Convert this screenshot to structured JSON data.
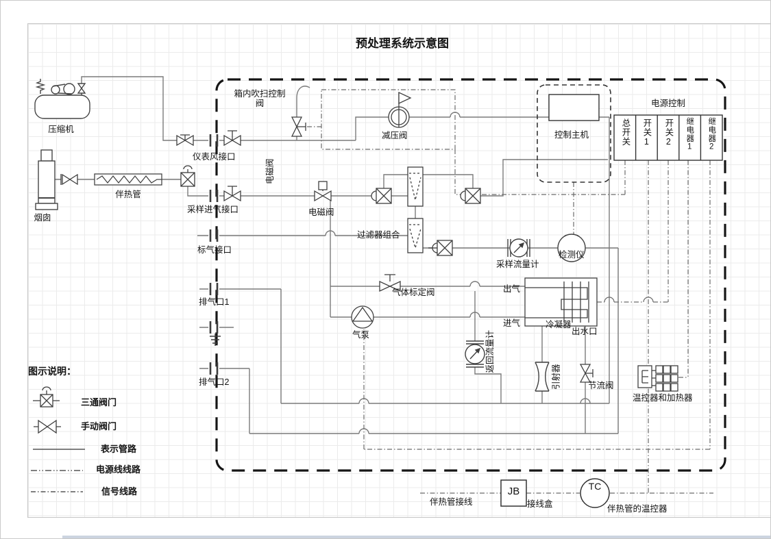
{
  "title": "预处理系统示意图",
  "outside": {
    "compressor": "压缩机",
    "chimney": "烟囱",
    "heat_trace_pipe": "伴热管"
  },
  "ports": {
    "instrument_air": "仪表风接口",
    "sample_inlet": "采样进气接口",
    "standard_gas": "标气接口",
    "exhaust1": "排气口1",
    "exhaust2": "排气口2"
  },
  "components": {
    "purge_valve": "箱内吹扫控制阀",
    "solenoid_rotated": "电磁阀",
    "solenoid": "电磁阀",
    "pressure_reducer": "减压阀",
    "filter_combo": "过滤器组合",
    "calibration_valve": "气体标定阀",
    "gas_pump": "气泵",
    "return_flowmeter": "返回流量计",
    "sample_flowmeter": "采样流量计",
    "detector": "检测仪",
    "condenser": "冷凝器",
    "ejector": "引射器",
    "throttle_valve": "节流阀",
    "temp_heater": "温控器和加热器"
  },
  "condenser_ports": {
    "gas_out": "出气",
    "gas_in": "进气",
    "water_out": "出水口"
  },
  "control": {
    "host": "控制主机",
    "power_title": "电源控制",
    "switches": [
      "总开关",
      "开关1",
      "开关2",
      "继电器1",
      "继电器2"
    ]
  },
  "legend": {
    "title": "图示说明：",
    "items": [
      "三通阀门",
      "手动阀门",
      "表示管路",
      "电源线线路",
      "信号线路"
    ]
  },
  "bottom": {
    "trace_wiring": "伴热管接线",
    "jb": "JB",
    "junction_box": "接线盒",
    "tc": "TC",
    "trace_thermostat": "伴热管的温控器"
  }
}
